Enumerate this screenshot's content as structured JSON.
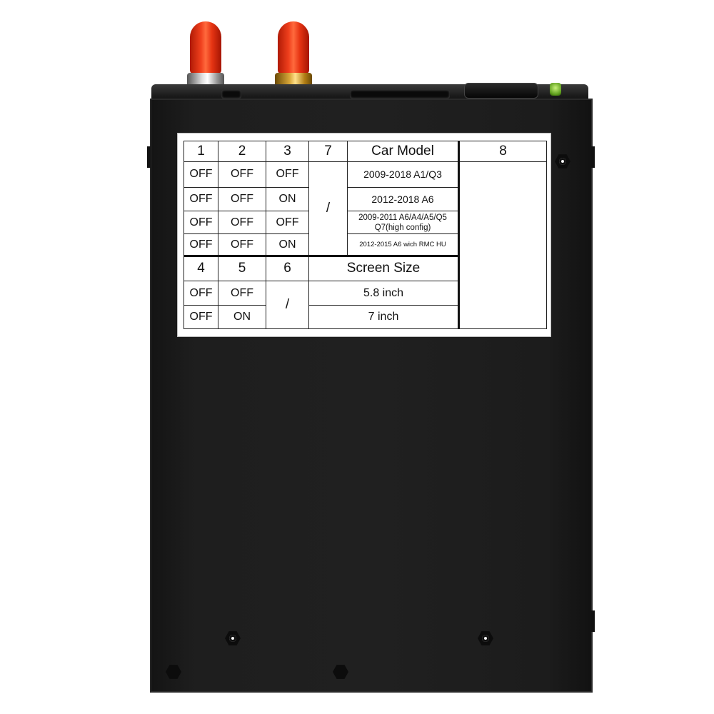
{
  "hardware": {
    "connectors": [
      "red-antenna-connector-silver",
      "red-antenna-connector-gold"
    ],
    "screw_icon": "hex-screw-icon",
    "led_color": "#7ccf2a",
    "body_color": "#1e1e1e"
  },
  "label": {
    "top_headers": [
      "1",
      "2",
      "3",
      "7",
      "Car Model",
      "8"
    ],
    "car_rows": [
      {
        "c1": "OFF",
        "c2": "OFF",
        "c3": "OFF",
        "model": "2009-2018 A1/Q3"
      },
      {
        "c1": "OFF",
        "c2": "OFF",
        "c3": "ON",
        "model": "2012-2018 A6"
      },
      {
        "c1": "OFF",
        "c2": "OFF",
        "c3": "OFF",
        "model": "2009-2011 A6/A4/A5/Q5 Q7(high config)"
      },
      {
        "c1": "OFF",
        "c2": "OFF",
        "c3": "ON",
        "model": "2012-2015 A6 wich RMC HU"
      }
    ],
    "col7_value": "/",
    "bottom_headers": [
      "4",
      "5",
      "6",
      "Screen Size"
    ],
    "screen_rows": [
      {
        "c4": "OFF",
        "c5": "OFF",
        "size": "5.8 inch"
      },
      {
        "c4": "OFF",
        "c5": "ON",
        "size": "7 inch"
      }
    ],
    "col6_value": "/"
  }
}
